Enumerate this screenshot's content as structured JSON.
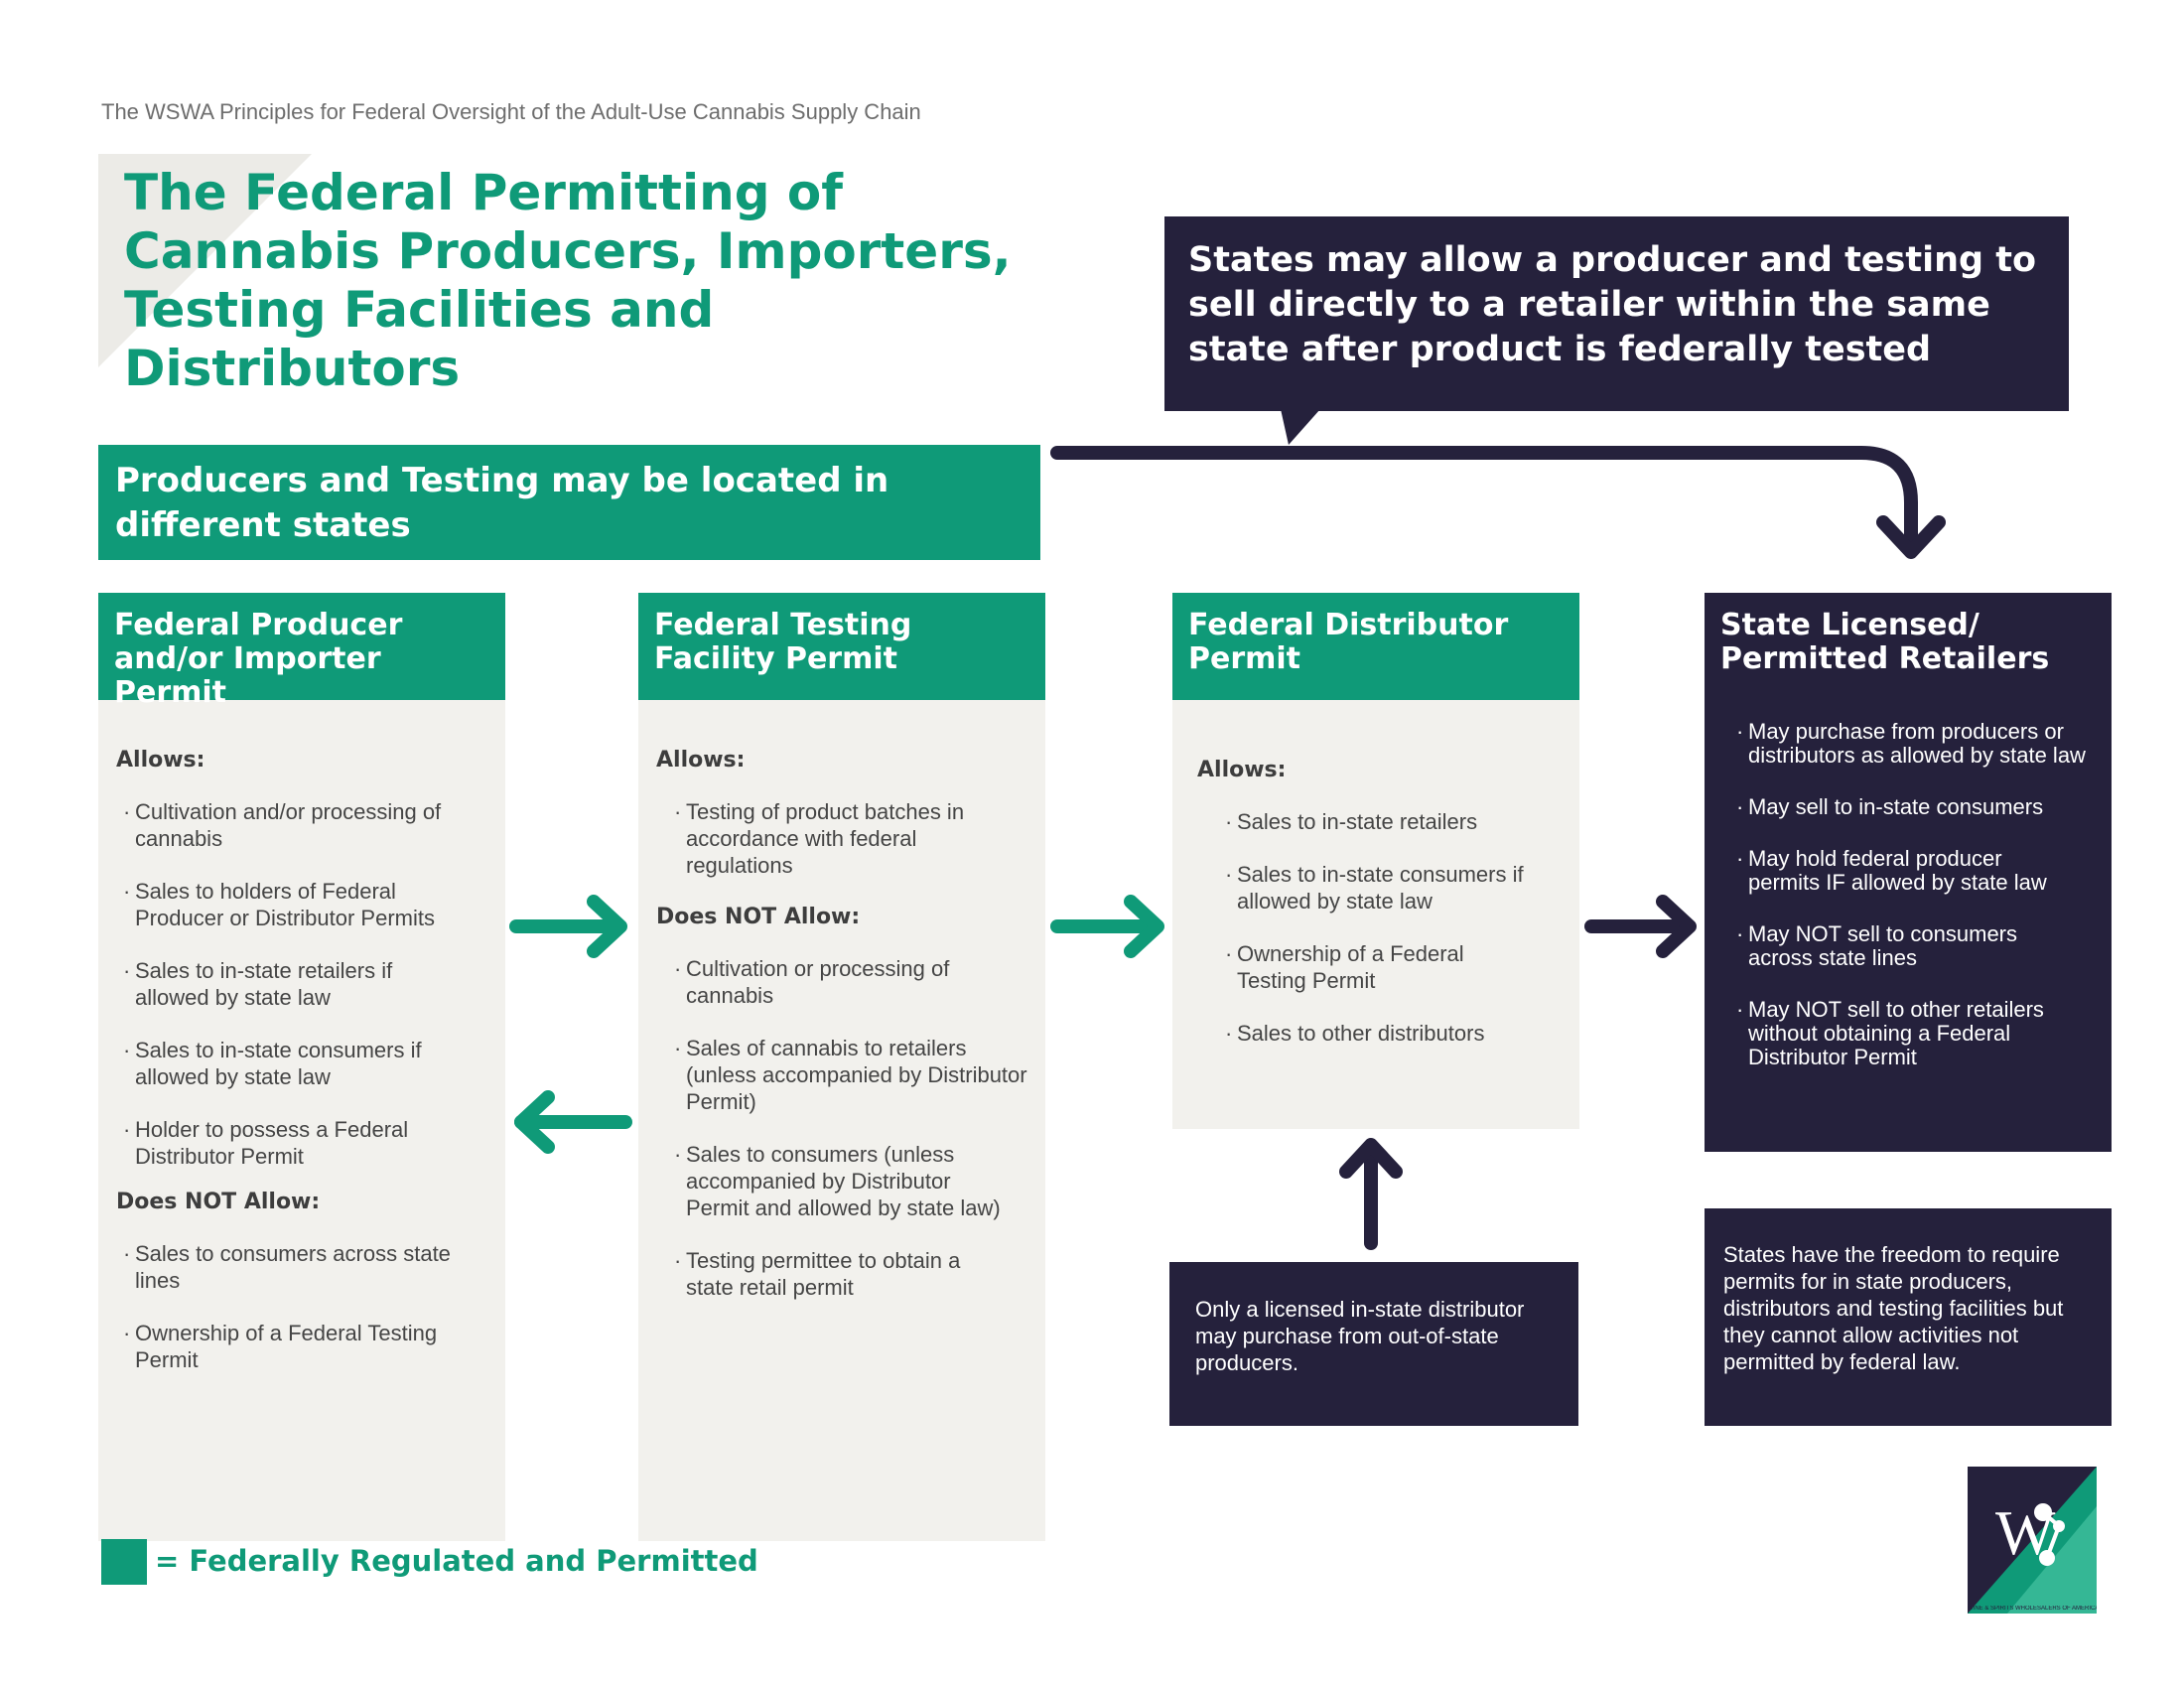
{
  "header": {
    "kicker": "The WSWA Principles for Federal Oversight of the Adult-Use Cannabis Supply Chain",
    "title": "The Federal Permitting of Cannabis Producers, Importers, Testing Facilities and Distributors"
  },
  "callout": {
    "text": "States may allow a producer and testing to sell directly to a retailer within the same state after product is federally tested"
  },
  "banner": {
    "text": "Producers and Testing may be located in different states"
  },
  "columns": {
    "producer": {
      "title": "Federal Producer and/or Importer Permit",
      "allows_label": "Allows:",
      "allows": [
        "Cultivation and/or processing of cannabis",
        "Sales to holders of Federal Producer or Distributor Permits",
        "Sales to in-state retailers if allowed by state law",
        "Sales to in-state consumers if allowed by state law",
        "Holder to possess a Federal Distributor Permit"
      ],
      "not_label": "Does NOT Allow:",
      "not_allows": [
        "Sales to consumers across state lines",
        "Ownership of a Federal Testing Permit"
      ]
    },
    "testing": {
      "title": "Federal Testing Facility Permit",
      "allows_label": "Allows:",
      "allows": [
        "Testing of product batches in accordance with federal regulations"
      ],
      "not_label": "Does NOT Allow:",
      "not_allows": [
        "Cultivation or processing of cannabis",
        "Sales of cannabis to retailers (unless accompanied by Distributor Permit)",
        "Sales to consumers (unless accompanied by Distributor Permit and allowed by state law)",
        "Testing permittee to obtain a state retail permit"
      ]
    },
    "distributor": {
      "title": "Federal Distributor Permit",
      "allows_label": "Allows:",
      "allows": [
        "Sales to in-state retailers",
        "Sales to in-state consumers if allowed by state law",
        "Ownership of a Federal Testing Permit",
        "Sales to other distributors"
      ]
    },
    "retailer": {
      "title": "State Licensed/ Permitted Retailers",
      "items": [
        "May purchase from producers or distributors as allowed by state law",
        "May sell to in-state consumers",
        "May hold federal producer permits IF allowed by state law",
        "May NOT sell to consumers across state lines",
        "May NOT sell to other retailers without obtaining a Federal Distributor Permit"
      ]
    }
  },
  "notes": {
    "distributor_note": "Only a licensed in-state distributor may purchase from out-of-state producers.",
    "state_note": "States have the freedom to require permits for in state producers, distributors and testing facilities but they cannot allow activities not permitted by federal law."
  },
  "legend": {
    "text": "= Federally Regulated and Permitted"
  },
  "logo": {
    "letter": "W",
    "caption": "WINE & SPIRITS WHOLESALERS OF AMERICA"
  },
  "colors": {
    "green": "#0f9a78",
    "navy": "#25213c",
    "panel": "#f2f1ed"
  }
}
